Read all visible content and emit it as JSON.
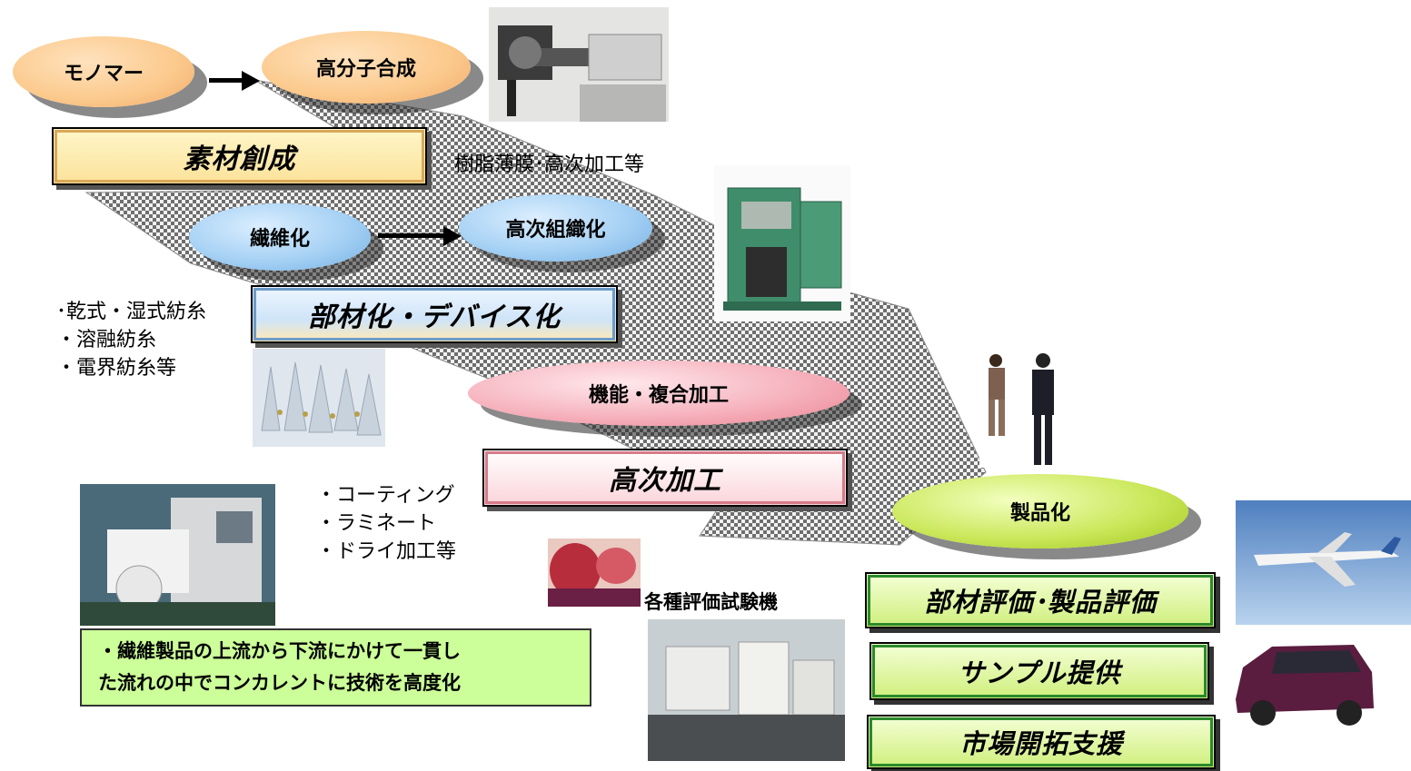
{
  "nodes": {
    "monomer": "モノマー",
    "polymer_synthesis": "高分子合成",
    "fiberization": "繊維化",
    "advanced_weaving": "高次組織化",
    "function_composite": "機能・複合加工",
    "productization": "製品化"
  },
  "banners": {
    "material_creation": "素材創成",
    "component_device": "部材化・デバイス化",
    "advanced_processing": "高次加工",
    "evaluation": "部材評価･製品評価",
    "sample_provision": "サンプル提供",
    "market_support": "市場開拓支援"
  },
  "notes": {
    "resin_film": "樹脂薄膜･高次加工等",
    "spinning": [
      "･乾式・湿式紡糸",
      "・溶融紡糸",
      "・電界紡糸等"
    ],
    "processing": [
      "・コーティング",
      "・ラミネート",
      "・ドライ加工等"
    ],
    "test_machines": "各種評価試験機"
  },
  "summary": [
    "・繊維製品の上流から下流にかけて一貫し",
    "た流れの中でコンカレントに技術を高度化"
  ],
  "colors": {
    "orange": "#fbc98c",
    "blue": "#a6d1f4",
    "pink": "#f6b3be",
    "green": "#cce85d",
    "summary_bg": "#ccff99"
  }
}
